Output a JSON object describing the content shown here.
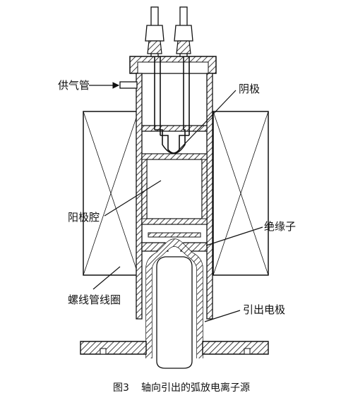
{
  "labels": {
    "gas_supply_tube": "供气管",
    "cathode": "阴极",
    "anode_cavity": "阳极腔",
    "insulator": "绝缘子",
    "solenoid_coil": "螺线管线圈",
    "extraction_electrode": "引出电极"
  },
  "caption": {
    "figure_number": "图3",
    "title": "轴向引出的弧放电离子源"
  }
}
